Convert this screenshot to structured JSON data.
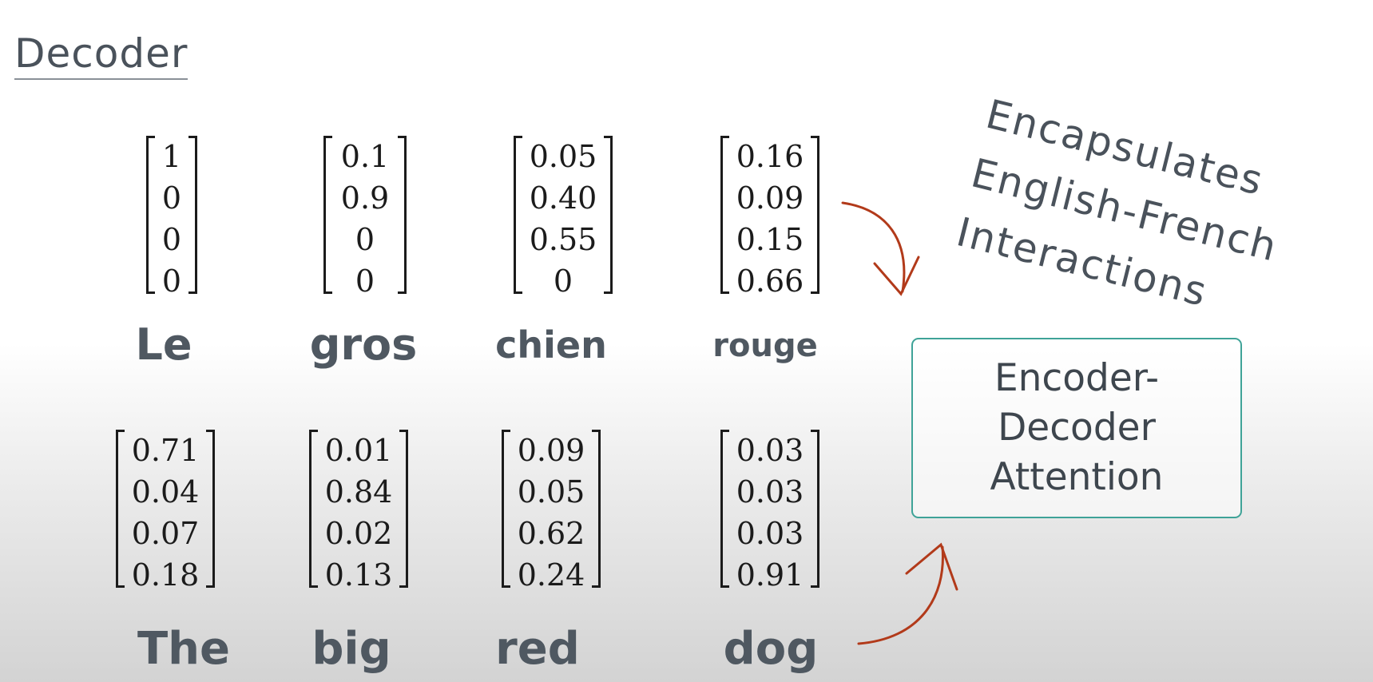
{
  "title": "Decoder",
  "annotation": "Encapsulates\nEnglish-French\nInteractions",
  "attention_box": {
    "label": "Encoder-\nDecoder\nAttention"
  },
  "colors": {
    "arrow": "#b23a1a",
    "box_border": "#3fa398",
    "text": "#4a525b"
  },
  "french": [
    {
      "word": "Le",
      "vector": [
        "1",
        "0",
        "0",
        "0"
      ]
    },
    {
      "word": "gros",
      "vector": [
        "0.1",
        "0.9",
        "0",
        "0"
      ]
    },
    {
      "word": "chien",
      "vector": [
        "0.05",
        "0.40",
        "0.55",
        "0"
      ]
    },
    {
      "word": "rouge",
      "vector": [
        "0.16",
        "0.09",
        "0.15",
        "0.66"
      ]
    }
  ],
  "english": [
    {
      "word": "The",
      "vector": [
        "0.71",
        "0.04",
        "0.07",
        "0.18"
      ]
    },
    {
      "word": "big",
      "vector": [
        "0.01",
        "0.84",
        "0.02",
        "0.13"
      ]
    },
    {
      "word": "red",
      "vector": [
        "0.09",
        "0.05",
        "0.62",
        "0.24"
      ]
    },
    {
      "word": "dog",
      "vector": [
        "0.03",
        "0.03",
        "0.03",
        "0.91"
      ]
    }
  ]
}
